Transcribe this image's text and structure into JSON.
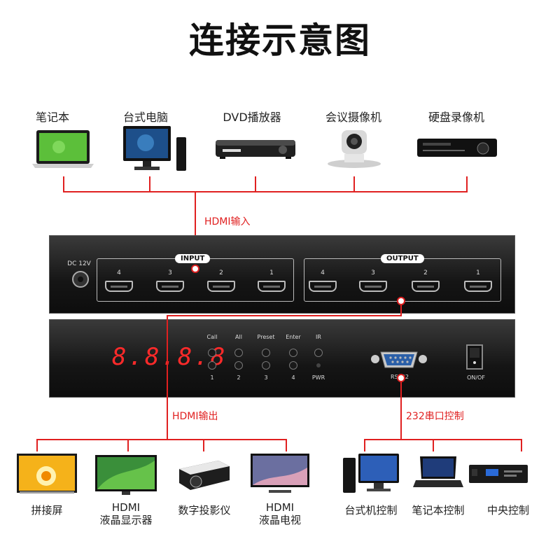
{
  "title": "连接示意图",
  "inputs": [
    {
      "label": "笔记本",
      "icon": "laptop-icon"
    },
    {
      "label": "台式电脑",
      "icon": "desktop-pc-icon"
    },
    {
      "label": "DVD播放器",
      "icon": "dvd-player-icon"
    },
    {
      "label": "会议摄像机",
      "icon": "conference-camera-icon"
    },
    {
      "label": "硬盘录像机",
      "icon": "dvr-icon"
    }
  ],
  "labels": {
    "hdmi_in": "HDMI输入",
    "hdmi_out": "HDMI输出",
    "serial": "232串口控制"
  },
  "rear_panel": {
    "dc": "DC 12V",
    "input_title": "INPUT",
    "output_title": "OUTPUT",
    "input_ports": [
      "4",
      "3",
      "2",
      "1"
    ],
    "output_ports": [
      "4",
      "3",
      "2",
      "1"
    ]
  },
  "front_panel": {
    "display": "8.8.8.8",
    "top_labels": [
      "Call",
      "All",
      "Preset",
      "Enter",
      "IR"
    ],
    "bottom_labels": [
      "1",
      "2",
      "3",
      "4",
      "PWR"
    ],
    "rs232": "RS232",
    "power": "ON/OF"
  },
  "outputs": [
    {
      "line1": "拼接屏",
      "line2": "",
      "icon": "splicing-screen-icon"
    },
    {
      "line1": "HDMI",
      "line2": "液晶显示器",
      "icon": "lcd-monitor-icon"
    },
    {
      "line1": "数字投影仪",
      "line2": "",
      "icon": "projector-icon"
    },
    {
      "line1": "HDMI",
      "line2": "液晶电视",
      "icon": "lcd-tv-icon"
    }
  ],
  "controls": [
    {
      "label": "台式机控制",
      "icon": "desktop-control-icon"
    },
    {
      "label": "笔记本控制",
      "icon": "laptop-control-icon"
    },
    {
      "label": "中央控制",
      "icon": "central-control-icon"
    }
  ]
}
